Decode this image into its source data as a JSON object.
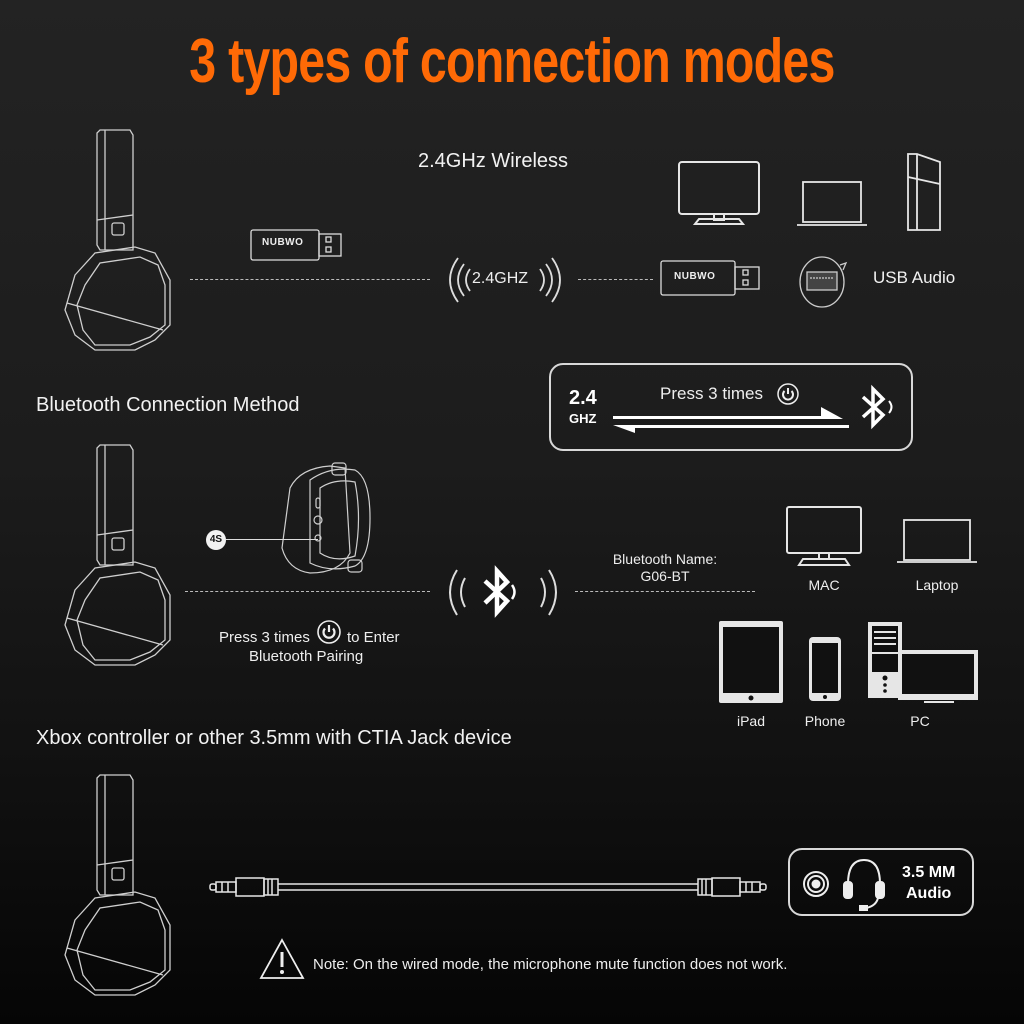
{
  "title": "3 types of connection modes",
  "section_wireless": {
    "heading": "2.4GHz Wireless",
    "dongle_brand": "NUBWO",
    "signal_label": "2.4GHZ",
    "usb_audio_label": "USB Audio",
    "devices": [
      "monitor",
      "laptop",
      "console"
    ]
  },
  "section_bluetooth": {
    "heading": "Bluetooth Connection Method",
    "mode_switch": {
      "from_big": "2.4",
      "from_small": "GHZ",
      "instruction": "Press 3 times"
    },
    "hold_badge": "4S",
    "pairing_line1": "Press 3 times",
    "pairing_line1_suffix": "to Enter",
    "pairing_line2": "Bluetooth Pairing",
    "bt_name_label": "Bluetooth Name:",
    "bt_name_value": "G06-BT",
    "devices": [
      {
        "label": "MAC"
      },
      {
        "label": "Laptop"
      },
      {
        "label": "iPad"
      },
      {
        "label": "Phone"
      },
      {
        "label": "PC"
      }
    ]
  },
  "section_wired": {
    "heading": "Xbox controller or other 3.5mm with CTIA Jack device",
    "badge_line1": "3.5 MM",
    "badge_line2": "Audio",
    "note": "Note: On the wired mode, the microphone mute function does not work."
  },
  "colors": {
    "accent": "#ff6a06",
    "line": "#e6e6e6"
  }
}
